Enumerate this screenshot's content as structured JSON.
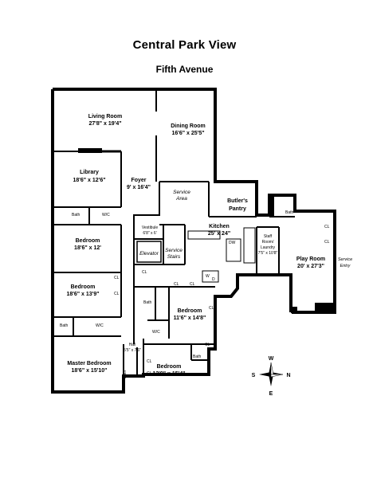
{
  "header": {
    "title": "Central Park View",
    "subtitle": "Fifth Avenue"
  },
  "rooms": {
    "living": {
      "name": "Living Room",
      "dim": "27'8\" x 19'4\""
    },
    "dining": {
      "name": "Dining Room",
      "dim": "16'6\" x 25'5\""
    },
    "library": {
      "name": "Library",
      "dim": "18'6\" x 12'6\""
    },
    "foyer": {
      "name": "Foyer",
      "dim": "9' x 16'4\""
    },
    "service_area": {
      "line1": "Service",
      "line2": "Area"
    },
    "butlers": {
      "line1": "Butler's",
      "line2": "Pantry"
    },
    "kitchen": {
      "name": "Kitchen",
      "dim": "25' x 24\""
    },
    "bedroom1": {
      "name": "Bedroom",
      "dim": "18'6\" x 12'"
    },
    "vestibule": {
      "name": "Vestibule",
      "dim": "6'8\" x 6'"
    },
    "elevator": {
      "name": "Elevator"
    },
    "service_stairs": {
      "line1": "Service",
      "line2": "Stairs"
    },
    "staff": {
      "line1": "Staff",
      "line2": "Room/",
      "line3": "Laundry",
      "dim": "7'5\" x 10'8\""
    },
    "play": {
      "name": "Play Room",
      "dim": "20' x 27'3\""
    },
    "service_entry": {
      "line1": "Service",
      "line2": "Entry"
    },
    "bedroom2": {
      "name": "Bedroom",
      "dim": "18'6\" x 13'9\""
    },
    "bedroom3": {
      "name": "Bedroom",
      "dim": "11'6\" x 14'8\""
    },
    "hall": {
      "name": "Hall",
      "dim": "5'5\" x 7'6\""
    },
    "master": {
      "name": "Master Bedroom",
      "dim": "18'6\" x 15'10\""
    },
    "bedroom4": {
      "name": "Bedroom",
      "dim": "12'9\" x 15'4\""
    }
  },
  "labels": {
    "bath": "Bath",
    "wic": "W/C",
    "cl": "CL",
    "dw": "DW",
    "w": "W",
    "d": "D"
  },
  "compass": {
    "n": "N",
    "s": "S",
    "e": "E",
    "w": "W"
  }
}
